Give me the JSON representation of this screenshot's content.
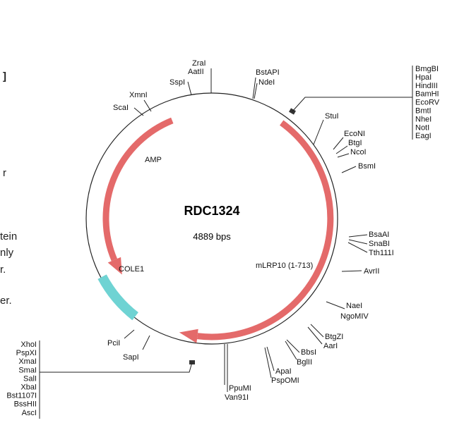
{
  "plasmid": {
    "name": "RDC1324",
    "size_label": "4889 bps"
  },
  "features": [
    {
      "label": "AMP",
      "color": "#e46a6a",
      "type": "arrow"
    },
    {
      "label": "mLRP10 (1-713)",
      "color": "#e46a6a",
      "type": "arrow"
    },
    {
      "label": "COLE1",
      "color": "#6fd3d3",
      "type": "block"
    }
  ],
  "sites": {
    "top": [
      "ZraI",
      "AatII"
    ],
    "sspi": "SspI",
    "xmni": "XmnI",
    "scai": "ScaI",
    "bstapi": "BstAPI",
    "ndei": "NdeI",
    "mcs1": [
      "BmgBI",
      "HpaI",
      "HindIII",
      "BamHI",
      "EcoRV",
      "BmtI",
      "NheI",
      "NotI",
      "EagI"
    ],
    "stui": "StuI",
    "econi": [
      "EcoNI",
      "BtgI",
      "NcoI"
    ],
    "bsmi": "BsmI",
    "bsaai": [
      "BsaAI",
      "SnaBI",
      "Tth111I"
    ],
    "avrii": "AvrII",
    "naei": [
      "NaeI",
      "NgoMIV"
    ],
    "btgzi": [
      "BtgZI",
      "AarI"
    ],
    "bbsi": [
      "BbsI",
      "BglII"
    ],
    "apai": [
      "ApaI",
      "PspOMI"
    ],
    "ppumi": [
      "PpuMI",
      "Van91I"
    ],
    "mcs2": [
      "XhoI",
      "PspXI",
      "XmaI",
      "SmaI",
      "SalI",
      "XbaI",
      "Bst1107I",
      "BssHII",
      "AscI"
    ],
    "pcii": "PciI",
    "sapi": "SapI"
  },
  "left_margin_fragments": [
    "]",
    "r",
    "tein",
    "nly",
    "r.",
    "er."
  ]
}
